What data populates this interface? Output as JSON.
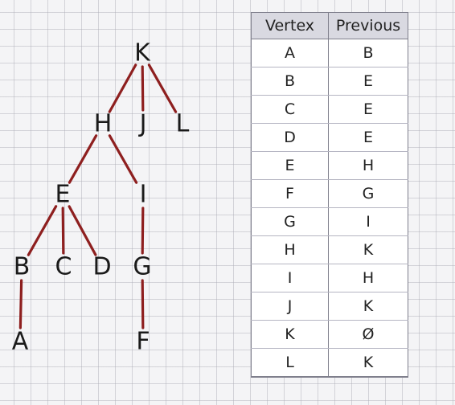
{
  "tree": {
    "nodes": [
      {
        "id": "K",
        "label": "K"
      },
      {
        "id": "H",
        "label": "H"
      },
      {
        "id": "J",
        "label": "J"
      },
      {
        "id": "L",
        "label": "L"
      },
      {
        "id": "E",
        "label": "E"
      },
      {
        "id": "I",
        "label": "I"
      },
      {
        "id": "B",
        "label": "B"
      },
      {
        "id": "C",
        "label": "C"
      },
      {
        "id": "D",
        "label": "D"
      },
      {
        "id": "G",
        "label": "G"
      },
      {
        "id": "A",
        "label": "A"
      },
      {
        "id": "F",
        "label": "F"
      }
    ],
    "edges": [
      [
        "K",
        "H"
      ],
      [
        "K",
        "J"
      ],
      [
        "K",
        "L"
      ],
      [
        "H",
        "E"
      ],
      [
        "H",
        "I"
      ],
      [
        "E",
        "B"
      ],
      [
        "E",
        "C"
      ],
      [
        "E",
        "D"
      ],
      [
        "I",
        "G"
      ],
      [
        "B",
        "A"
      ],
      [
        "G",
        "F"
      ]
    ]
  },
  "table": {
    "headers": [
      "Vertex",
      "Previous"
    ],
    "rows": [
      [
        "A",
        "B"
      ],
      [
        "B",
        "E"
      ],
      [
        "C",
        "E"
      ],
      [
        "D",
        "E"
      ],
      [
        "E",
        "H"
      ],
      [
        "F",
        "G"
      ],
      [
        "G",
        "I"
      ],
      [
        "H",
        "K"
      ],
      [
        "I",
        "H"
      ],
      [
        "J",
        "K"
      ],
      [
        "K",
        "Ø"
      ],
      [
        "L",
        "K"
      ]
    ]
  }
}
